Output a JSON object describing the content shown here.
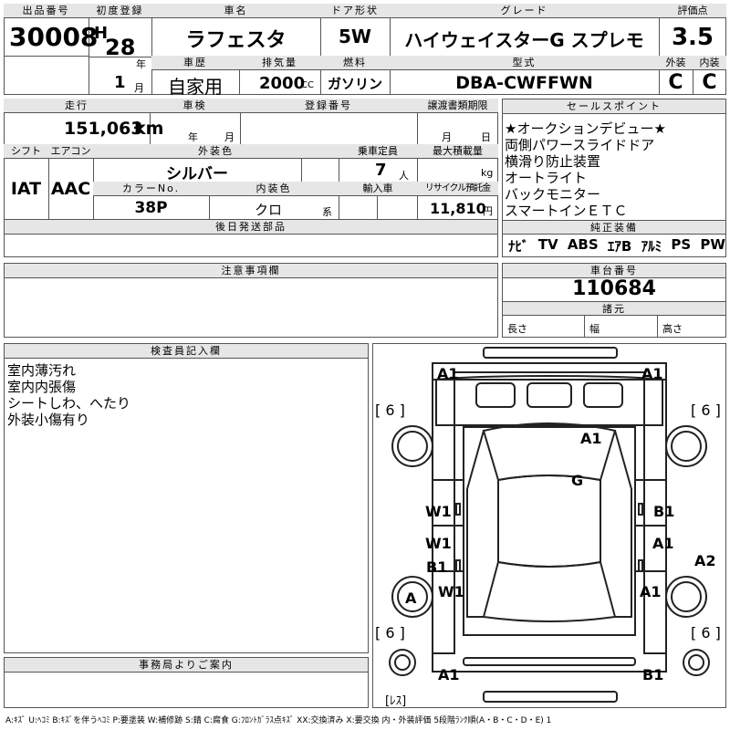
{
  "header": {
    "lot_label": "出品番号",
    "lot_value": "30008",
    "first_reg_label": "初度登録",
    "era": "H",
    "year": "28",
    "year_unit": "年",
    "month": "1",
    "month_unit": "月",
    "car_name_label": "車名",
    "car_name": "ラフェスタ",
    "door_label": "ドア形状",
    "door": "5W",
    "grade_label": "グレード",
    "grade": "ハイウェイスターG スプレモ",
    "score_label": "評価点",
    "score": "3.5",
    "history_label": "車歴",
    "history": "自家用",
    "displacement_label": "排気量",
    "displacement": "2000",
    "cc": "CC",
    "fuel_label": "燃料",
    "fuel": "ガソリン",
    "model_label": "型式",
    "model": "DBA-CWFFWN",
    "exterior_label": "外装",
    "exterior": "C",
    "interior_label": "内装",
    "interior": "C"
  },
  "row2": {
    "mileage_label": "走行",
    "mileage": "151,063",
    "km": "km",
    "inspection_label": "車検",
    "year_unit": "年",
    "month_unit": "月",
    "reg_no_label": "登録番号",
    "transfer_label": "譲渡書類期限",
    "transfer_month": "月",
    "transfer_day": "日",
    "shift_label": "シフト",
    "shift": "IAT",
    "ac_label": "エアコン",
    "ac": "AAC",
    "ext_color_label": "外装色",
    "ext_color": "シルバー",
    "capacity_label": "乗車定員",
    "capacity": "7",
    "capacity_unit": "人",
    "max_load_label": "最大積載量",
    "max_load_unit": "kg",
    "color_no_label": "カラーNo.",
    "color_no": "38P",
    "int_color_label": "内装色",
    "int_color": "クロ",
    "int_suffix": "系",
    "import_label": "輸入車",
    "recycle_label": "リサイクル預託金",
    "recycle": "11,810",
    "recycle_unit": "円",
    "later_label": "後日発送部品"
  },
  "sales": {
    "label": "セールスポイント",
    "items": [
      "★オークションデビュー★",
      "両側パワースライドドア",
      "横滑り防止装置",
      "オートライト",
      "バックモニター",
      "スマートインＥＴＣ"
    ]
  },
  "equipment": {
    "label": "純正装備",
    "items": [
      "ﾅﾋﾞ",
      "TV",
      "ABS",
      "ｴｱB",
      "ｱﾙﾐ",
      "PS",
      "PW"
    ]
  },
  "notes_label": "注意事項欄",
  "chassis": {
    "label": "車台番号",
    "number": "110684",
    "specs_label": "諸元",
    "length": "長さ",
    "width": "幅",
    "height": "高さ"
  },
  "inspector": {
    "label": "検査員記入欄",
    "lines": [
      "室内薄汚れ",
      "室内内張傷",
      "シートしわ、へたり",
      "外装小傷有り"
    ]
  },
  "office_label": "事務局よりご案内",
  "diagram": {
    "marks": [
      "A1",
      "A1",
      "A1",
      "G",
      "W1",
      "B1",
      "W1",
      "A1",
      "B1",
      "A2",
      "A",
      "W1",
      "A1",
      "A1",
      "B1"
    ],
    "tire_left_top": "[ 6 ]",
    "tire_right_top": "[ 6 ]",
    "tire_left_bottom": "[ 6 ]",
    "tire_right_bottom": "[ 6 ]",
    "spare": "[ﾚｽ]"
  },
  "legend": "A:ｷｽﾞ U:ﾍｺﾐ B:ｷｽﾞを伴うﾍｺﾐ P:要塗装 W:補修跡 S:錆 C:腐食 G:ﾌﾛﾝﾄｶﾞﾗｽ点ｷｽﾞ XX:交換済み X:要交換  内・外装評価 5段階ﾗﾝｸ順(A・B・C・D・E) 1"
}
